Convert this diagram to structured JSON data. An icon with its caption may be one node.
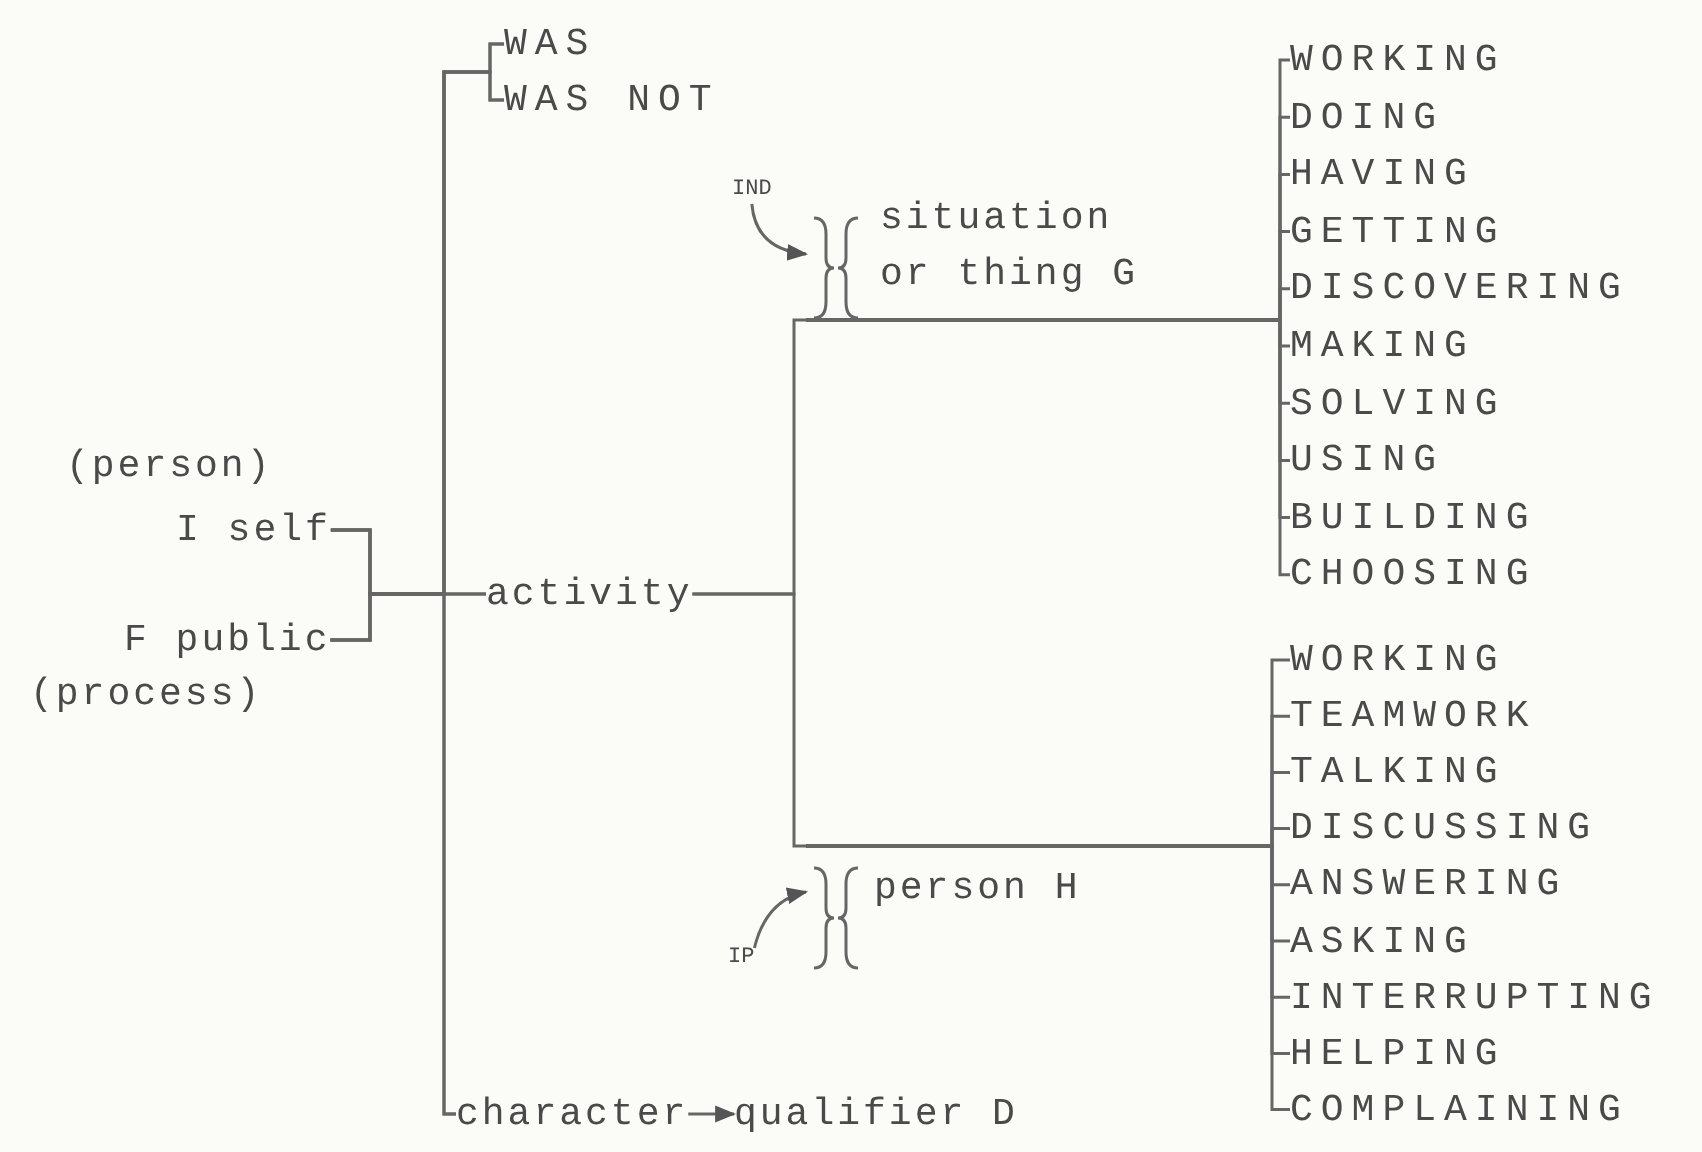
{
  "diagram": {
    "nodes": [
      {
        "text": [
          "WAS"
        ]
      },
      {
        "text": [
          "I self"
        ],
        "beside": [
          "(person)"
        ]
      },
      {
        "text": [
          "F public"
        ],
        "beside": [
          "(process)"
        ]
      },
      {
        "text": [
          "WAS NOT"
        ]
      },
      {
        "text": [
          "activity"
        ]
      },
      {
        "text": [
          "character"
        ]
      },
      {
        "text": [
          "qualifier D"
        ]
      },
      {
        "text": [
          "situation or thing G"
        ]
      },
      {
        "text": [
          "person H"
        ]
      },
      {
        "text": [
          "WORKING"
        ]
      },
      {
        "text": [
          "DOING"
        ]
      },
      {
        "text": [
          "HAVING"
        ]
      },
      {
        "text": [
          "GETTING"
        ]
      },
      {
        "text": [
          "DISCOVERING"
        ]
      },
      {
        "text": [
          "MAKING"
        ]
      },
      {
        "text": [
          "SOLVING"
        ]
      },
      {
        "text": [
          "USING"
        ]
      },
      {
        "text": [
          "BUILDING"
        ]
      },
      {
        "text": [
          "CHOOSING"
        ]
      },
      {
        "text": [
          "WORKING"
        ]
      },
      {
        "text": [
          "TEAMWORK"
        ]
      },
      {
        "text": [
          "TALKING"
        ]
      },
      {
        "text": [
          "DISCUSSING"
        ]
      },
      {
        "text": [
          "ANSWERING"
        ]
      },
      {
        "text": [
          "ASKING"
        ]
      },
      {
        "text": [
          "INTERRUPTING"
        ]
      },
      {
        "text": [
          "HELPING"
        ]
      },
      {
        "text": [
          "COMPLAINING"
        ]
      },
      {
        "text": [
          "IND"
        ]
      },
      {
        "text": [
          "IP"
        ]
      }
    ],
    "edges": [
      {
        "from": 1,
        "to": 0,
        "arrow": "none"
      },
      {
        "from": 1,
        "to": 3,
        "arrow": "none"
      },
      {
        "from": 1,
        "to": 4,
        "arrow": "none"
      },
      {
        "from": 1,
        "to": 5,
        "arrow": "none"
      },
      {
        "from": 2,
        "to": 0,
        "arrow": "none"
      },
      {
        "from": 2,
        "to": 3,
        "arrow": "none"
      },
      {
        "from": 2,
        "to": 4,
        "arrow": "none"
      },
      {
        "from": 2,
        "to": 5,
        "arrow": "none"
      },
      {
        "from": 5,
        "to": 6,
        "arrow": "to"
      },
      {
        "from": 4,
        "to": 7,
        "arrow": "none"
      },
      {
        "from": 4,
        "to": 8,
        "arrow": "none"
      },
      {
        "from": 7,
        "to": 9,
        "arrow": "none"
      },
      {
        "from": 7,
        "to": 10,
        "arrow": "none"
      },
      {
        "from": 7,
        "to": 11,
        "arrow": "none"
      },
      {
        "from": 7,
        "to": 12,
        "arrow": "none"
      },
      {
        "from": 7,
        "to": 13,
        "arrow": "none"
      },
      {
        "from": 7,
        "to": 14,
        "arrow": "none"
      },
      {
        "from": 7,
        "to": 15,
        "arrow": "none"
      },
      {
        "from": 7,
        "to": 16,
        "arrow": "none"
      },
      {
        "from": 7,
        "to": 17,
        "arrow": "none"
      },
      {
        "from": 7,
        "to": 18,
        "arrow": "none"
      },
      {
        "from": 8,
        "to": 19,
        "arrow": "none"
      },
      {
        "from": 8,
        "to": 20,
        "arrow": "none"
      },
      {
        "from": 8,
        "to": 21,
        "arrow": "none"
      },
      {
        "from": 8,
        "to": 22,
        "arrow": "none"
      },
      {
        "from": 8,
        "to": 23,
        "arrow": "none"
      },
      {
        "from": 8,
        "to": 24,
        "arrow": "none"
      },
      {
        "from": 8,
        "to": 25,
        "arrow": "none"
      },
      {
        "from": 8,
        "to": 26,
        "arrow": "none"
      },
      {
        "from": 8,
        "to": 27,
        "arrow": "none"
      },
      {
        "from": 28,
        "to": 7,
        "arrow": "to"
      },
      {
        "from": 29,
        "to": 8,
        "arrow": "to"
      }
    ]
  }
}
